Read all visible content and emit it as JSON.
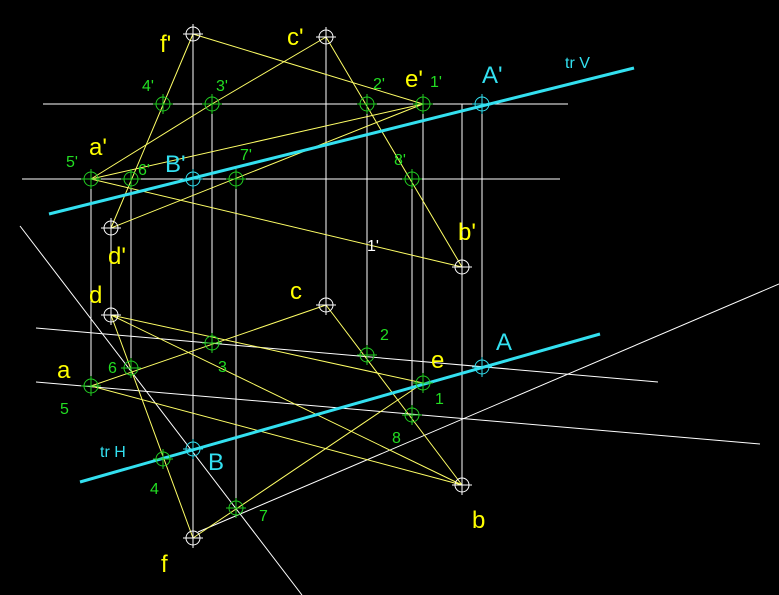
{
  "colors": {
    "background": "#000000",
    "white_line": "#ffffff",
    "yellow_line": "#ffff66",
    "trace_line": "#33e0f0",
    "green_marker": "#22cc22",
    "white_marker": "#ffffff",
    "yellow_label": "#ffff00",
    "green_label": "#22dd22",
    "cyan_label": "#33e0f0",
    "white_label": "#ffffff"
  },
  "traces": {
    "vertical": "tr V",
    "horizontal": "tr H"
  },
  "points_upper": [
    {
      "id": "f_p",
      "label": "f'"
    },
    {
      "id": "c_p",
      "label": "c'"
    },
    {
      "id": "e_p",
      "label": "e'"
    },
    {
      "id": "a_p",
      "label": "a'"
    },
    {
      "id": "d_p",
      "label": "d'"
    },
    {
      "id": "b_p",
      "label": "b'"
    }
  ],
  "points_lower": [
    {
      "id": "d",
      "label": "d"
    },
    {
      "id": "c",
      "label": "c"
    },
    {
      "id": "a",
      "label": "a"
    },
    {
      "id": "e",
      "label": "e"
    },
    {
      "id": "b",
      "label": "b"
    },
    {
      "id": "f",
      "label": "f"
    }
  ],
  "trace_points": [
    {
      "id": "A_p",
      "label": "A'"
    },
    {
      "id": "B_p",
      "label": "B'"
    },
    {
      "id": "A",
      "label": "A"
    },
    {
      "id": "B",
      "label": "B"
    }
  ],
  "numbered_upper": [
    {
      "id": "n4p",
      "label": "4'"
    },
    {
      "id": "n3p",
      "label": "3'"
    },
    {
      "id": "n2p",
      "label": "2'"
    },
    {
      "id": "n1p",
      "label": "1'"
    },
    {
      "id": "n5p",
      "label": "5'"
    },
    {
      "id": "n6p",
      "label": "6'"
    },
    {
      "id": "n7p",
      "label": "7'"
    },
    {
      "id": "n8p",
      "label": "8'"
    },
    {
      "id": "n1p_white",
      "label": "1'"
    }
  ],
  "numbered_lower": [
    {
      "id": "n2",
      "label": "2"
    },
    {
      "id": "n6",
      "label": "6"
    },
    {
      "id": "n3",
      "label": "3"
    },
    {
      "id": "n5",
      "label": "5"
    },
    {
      "id": "n1",
      "label": "1"
    },
    {
      "id": "n8",
      "label": "8"
    },
    {
      "id": "n4",
      "label": "4"
    },
    {
      "id": "n7",
      "label": "7"
    }
  ]
}
